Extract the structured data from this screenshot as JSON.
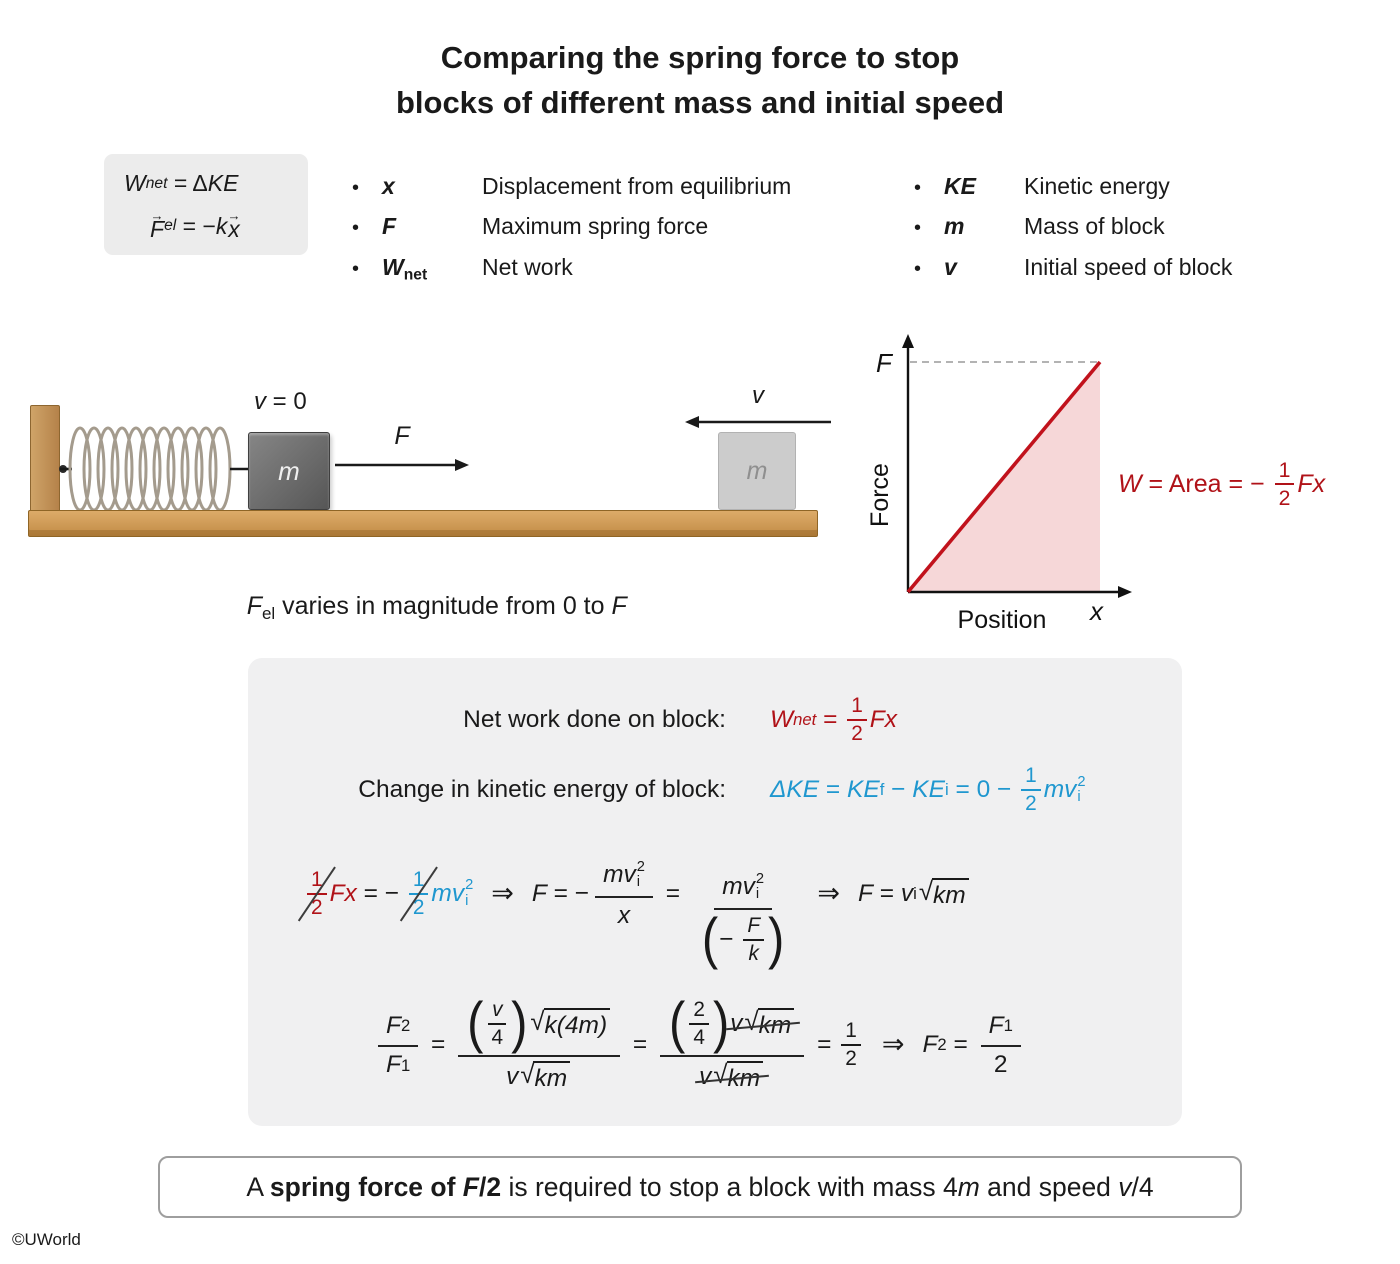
{
  "title": {
    "line1": "Comparing the spring force to stop",
    "line2": "blocks of different mass and initial speed"
  },
  "glyphs": {
    "bullet": "•",
    "vec_arrow": "→",
    "implies": "⇒",
    "sqrt": "√",
    "lparen": "(",
    "rparen": ")"
  },
  "formula_box": {
    "eq1": {
      "W": "W",
      "W_sub": "net",
      "rest": " = Δ",
      "KE": "KE"
    },
    "eq2": {
      "F": "F",
      "F_sub": "el",
      "rest": " = −",
      "k": "k",
      "x": "x"
    }
  },
  "legend": {
    "group1": [
      {
        "symbol": "x",
        "sub": "",
        "desc": "Displacement from equilibrium"
      },
      {
        "symbol": "F",
        "sub": "",
        "desc": "Maximum spring force"
      },
      {
        "symbol": "W",
        "sub": "net",
        "desc": "Net work"
      }
    ],
    "group2": [
      {
        "symbol": "KE",
        "sub": "",
        "desc": "Kinetic energy"
      },
      {
        "symbol": "m",
        "sub": "",
        "desc": "Mass of block"
      },
      {
        "symbol": "v",
        "sub": "",
        "desc": "Initial speed of block"
      }
    ]
  },
  "apparatus": {
    "v0": {
      "v": "v",
      "rest": " = 0"
    },
    "block_label": "m",
    "force_label": "F",
    "speed_label": "v",
    "ghost_block_label": "m",
    "caption": {
      "F": "F",
      "F_sub": "el",
      "text": " varies in magnitude from 0 to ",
      "F2": "F"
    }
  },
  "graph": {
    "y_tick": "F",
    "x_tick": "x",
    "ylabel": "Force",
    "xlabel": "Position",
    "area": {
      "W": "W",
      "mid": " = Area = − ",
      "half": {
        "num": "1",
        "den": "2"
      },
      "Fx": "Fx"
    }
  },
  "chart_data": {
    "type": "line",
    "xlabel": "Position",
    "ylabel": "Force",
    "x": [
      0,
      "x"
    ],
    "y": [
      0,
      "F"
    ],
    "area_shaded": true,
    "annotation": "W = Area = −(1/2)Fx"
  },
  "derivation": {
    "row1": {
      "label": "Net work done on block:",
      "W": "W",
      "W_sub": "net",
      "eq": " = ",
      "half": {
        "num": "1",
        "den": "2"
      },
      "Fx": "Fx"
    },
    "row2": {
      "label": "Change in kinetic energy of block:",
      "dKE": "ΔKE",
      "eq1": " = ",
      "KE_f": "KE",
      "sub_f": "f",
      "minus": " − ",
      "KE_i": "KE",
      "sub_i": "i",
      "eq2": " = 0 − ",
      "half": {
        "num": "1",
        "den": "2"
      },
      "mv": "mv",
      "v_sub": "i",
      "v_sup": "2"
    },
    "row3": {
      "half_red": {
        "num": "1",
        "den": "2"
      },
      "Fx": "Fx",
      "eq_minus": " = − ",
      "half_blue": {
        "num": "1",
        "den": "2"
      },
      "mv": "mv",
      "v_sub": "i",
      "v_sup": "2",
      "F": "F",
      "eq": " = −",
      "frac_x": {
        "mv": "mv",
        "sub": "i",
        "sup": "2",
        "den": "x"
      },
      "eq2": " = ",
      "frac_Fk": {
        "mv": "mv",
        "sub": "i",
        "sup": "2",
        "minus": "− ",
        "F": "F",
        "k": "k"
      },
      "F2": "F",
      "eq3": " = ",
      "v": "v",
      "v_sub2": "i",
      "rad": "km"
    },
    "row4": {
      "lhs": {
        "F2": "F",
        "sub2": "2",
        "F1": "F",
        "sub1": "1"
      },
      "eq1": " = ",
      "fracA": {
        "num_v": "v",
        "num_4": "4",
        "num_rad": "k(4m)",
        "den_v": "v",
        "den_rad": "km"
      },
      "eq2": " = ",
      "fracB": {
        "num_2": "2",
        "num_4": "4",
        "num_v": "v",
        "num_rad": "km",
        "den_v": "v",
        "den_rad": "km"
      },
      "eq3": " = ",
      "half": {
        "num": "1",
        "den": "2"
      },
      "result": {
        "F2": "F",
        "sub2": "2",
        "eq": " = ",
        "F1": "F",
        "sub1": "1",
        "den": "2"
      }
    }
  },
  "conclusion": {
    "pre": "A ",
    "bold1": "spring force of ",
    "bold_F": "F",
    "bold2": "/2",
    "mid": " is required to stop a block with mass 4",
    "m": "m",
    "mid2": " and speed ",
    "v": "v",
    "end": "/4"
  },
  "copyright": "©UWorld"
}
